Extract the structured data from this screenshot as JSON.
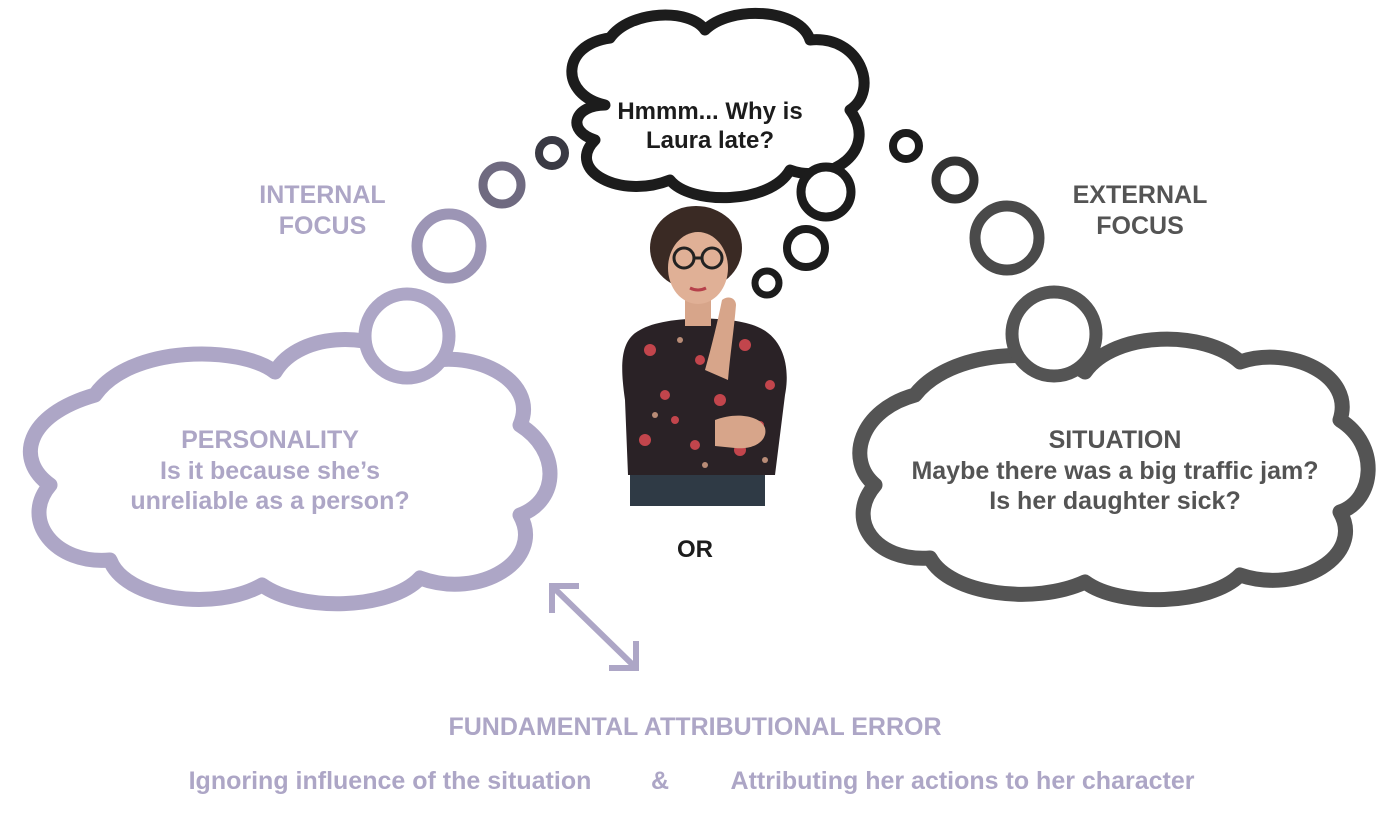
{
  "center_thought": {
    "line1": "Hmmm... Why is",
    "line2": "Laura late?"
  },
  "internal_focus": {
    "line1": "INTERNAL",
    "line2": "FOCUS"
  },
  "external_focus": {
    "line1": "EXTERNAL",
    "line2": "FOCUS"
  },
  "personality": {
    "title": "PERSONALITY",
    "line1": "Is it because she’s",
    "line2": "unreliable as a person?"
  },
  "situation": {
    "title": "SITUATION",
    "line1": "Maybe there was a big traffic jam?",
    "line2": "Is her daughter sick?"
  },
  "or_label": "OR",
  "error": {
    "title": "FUNDAMENTAL ATTRIBUTIONAL ERROR",
    "left": "Ignoring influence of the situation",
    "amp": "&",
    "right": "Attributing her actions to her character"
  },
  "colors": {
    "purple": "#ada6c6",
    "dark_gray": "#545454",
    "black_outline": "#1c1c1c"
  }
}
